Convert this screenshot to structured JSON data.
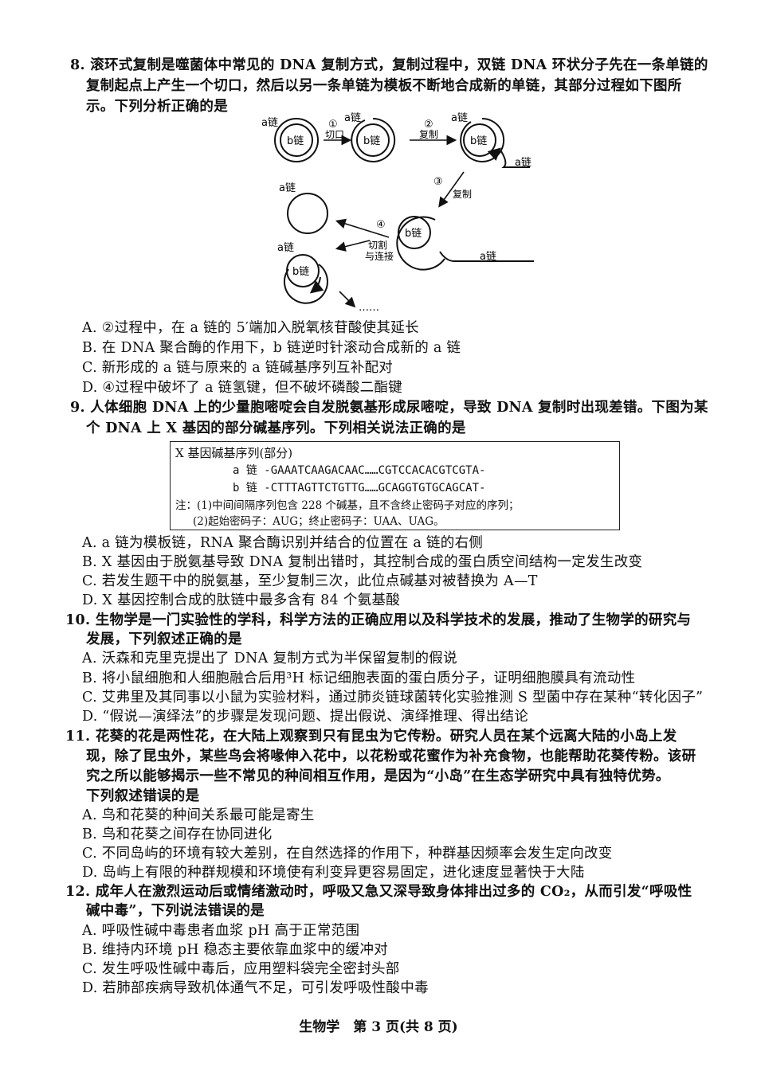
{
  "q8": {
    "stem": [
      "8. 滚环式复制是噬菌体中常见的 DNA 复制方式，复制过程中，双链 DNA 环状分子先在一条单链的",
      "复制起点上产生一个切口，然后以另一条单链为模板不断地合成新的单链，其部分过程如下图所",
      "示。下列分析正确的是"
    ],
    "diagram": {
      "a_chain": "a链",
      "b_chain": "b链",
      "step1_num": "①",
      "step1_label": "切口",
      "step2_num": "②",
      "step2_label": "复制",
      "step3_num": "③",
      "step3_label": "复制",
      "step4_num": "④",
      "step4_label_1": "切割",
      "step4_label_2": "与连接",
      "ellipsis": "……"
    },
    "options": [
      "A. ②过程中，在 a 链的 5′端加入脱氧核苷酸使其延长",
      "B. 在 DNA 聚合酶的作用下，b 链逆时针滚动合成新的 a 链",
      "C. 新形成的 a 链与原来的 a 链碱基序列互补配对",
      "D. ④过程中破坏了 a 链氢键，但不破坏磷酸二酯键"
    ]
  },
  "q9": {
    "stem": [
      "9. 人体细胞 DNA 上的少量胞嘧啶会自发脱氨基形成尿嘧啶，导致 DNA 复制时出现差错。下图为某",
      "个 DNA 上 X 基因的部分碱基序列。下列相关说法正确的是"
    ],
    "box": {
      "title": "X 基因碱基序列(部分)",
      "a_seq": "a 链 -GAAATCAAGACAAC……CGTCCACACGTCGTA-",
      "b_seq": "b 链 -CTTTAGTTCTGTTG……GCAGGTGTGCAGCAT-",
      "note1": "注：(1)中间间隔序列包含 228 个碱基，且不含终止密码子对应的序列；",
      "note2": "(2)起始密码子：AUG；终止密码子：UAA、UAG。"
    },
    "options": [
      "A. a 链为模板链，RNA 聚合酶识别并结合的位置在 a 链的右侧",
      "B. X 基因由于脱氨基导致 DNA 复制出错时，其控制合成的蛋白质空间结构一定发生改变",
      "C. 若发生题干中的脱氨基，至少复制三次，此位点碱基对被替换为 A—T",
      "D. X 基因控制合成的肽链中最多含有 84 个氨基酸"
    ]
  },
  "q10": {
    "stem": [
      "10. 生物学是一门实验性的学科，科学方法的正确应用以及科学技术的发展，推动了生物学的研究与",
      "发展，下列叙述正确的是"
    ],
    "options": [
      "A. 沃森和克里克提出了 DNA 复制方式为半保留复制的假说",
      "B. 将小鼠细胞和人细胞融合后用³H 标记细胞表面的蛋白质分子，证明细胞膜具有流动性",
      "C. 艾弗里及其同事以小鼠为实验材料，通过肺炎链球菌转化实验推测 S 型菌中存在某种“转化因子”",
      "D. “假说—演绎法”的步骤是发现问题、提出假说、演绎推理、得出结论"
    ]
  },
  "q11": {
    "stem": [
      "11. 花葵的花是两性花，在大陆上观察到只有昆虫为它传粉。研究人员在某个远离大陆的小岛上发",
      "现，除了昆虫外，某些鸟会将喙伸入花中，以花粉或花蜜作为补充食物，也能帮助花葵传粉。该研",
      "究之所以能够揭示一些不常见的种间相互作用，是因为“小岛”在生态学研究中具有独特优势。",
      "下列叙述错误的是"
    ],
    "options": [
      "A. 鸟和花葵的种间关系最可能是寄生",
      "B. 鸟和花葵之间存在协同进化",
      "C. 不同岛屿的环境有较大差别，在自然选择的作用下，种群基因频率会发生定向改变",
      "D. 岛屿上有限的种群规模和环境使有利变异更容易固定，进化速度显著快于大陆"
    ]
  },
  "q12": {
    "stem": [
      "12. 成年人在激烈运动后或情绪激动时，呼吸又急又深导致身体排出过多的 CO₂，从而引发“呼吸性",
      "碱中毒”，下列说法错误的是"
    ],
    "options": [
      "A. 呼吸性碱中毒患者血浆 pH 高于正常范围",
      "B. 维持内环境 pH 稳态主要依靠血浆中的缓冲对",
      "C. 发生呼吸性碱中毒后，应用塑料袋完全密封头部",
      "D. 若肺部疾病导致机体通气不足，可引发呼吸性酸中毒"
    ]
  },
  "footer": "生物学　第 3 页(共 8 页)"
}
